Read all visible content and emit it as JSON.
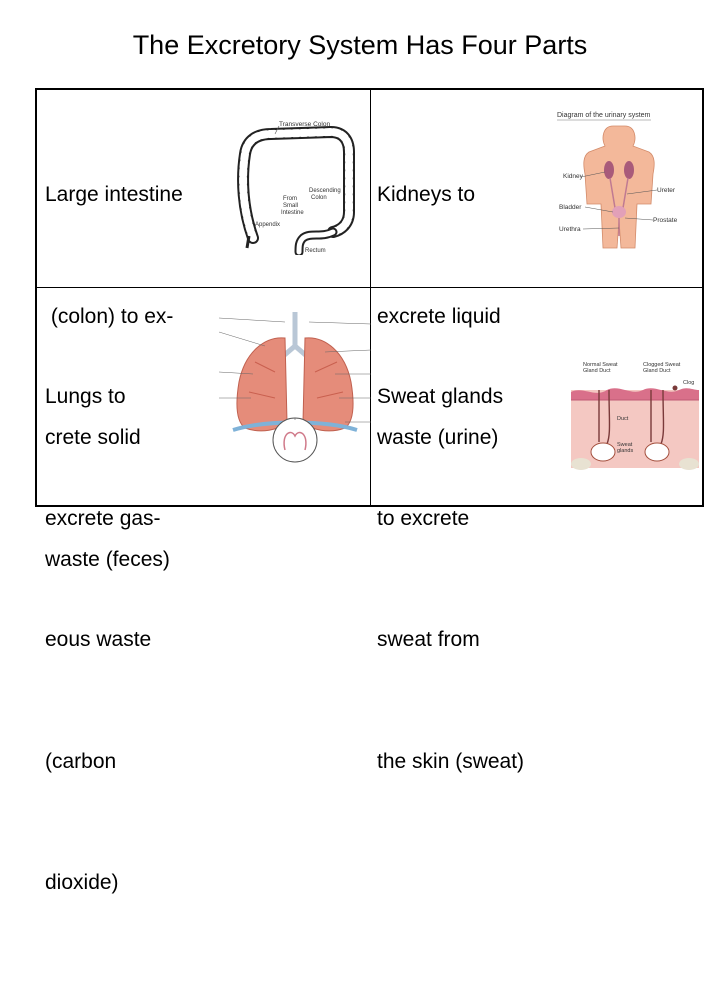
{
  "title": "The Excretory System Has Four Parts",
  "cells": [
    {
      "lines": [
        "Large intestine",
        " (colon) to ex-",
        "crete solid",
        "waste (feces)"
      ],
      "figure": {
        "labels": [
          "Transverse Colon",
          "Descending",
          "Colon",
          "From",
          "Small",
          "Intestine",
          "Appendix",
          "Rectum"
        ]
      }
    },
    {
      "lines": [
        "Kidneys to",
        "excrete liquid",
        "waste (urine)"
      ],
      "figure": {
        "heading": "Diagram of the urinary system",
        "labels": [
          "Kidney",
          "Ureter",
          "Bladder",
          "Prostate",
          "Urethra"
        ]
      }
    },
    {
      "lines": [
        "Lungs to",
        "excrete gas-",
        "eous waste",
        "(carbon",
        "dioxide)"
      ],
      "figure": {}
    },
    {
      "lines": [
        "Sweat glands",
        "to excrete",
        "sweat from",
        "the skin (sweat)"
      ],
      "figure": {
        "labels": [
          "Normal Sweat",
          "Gland Duct",
          "Clogged Sweat",
          "Gland Duct",
          "Clog",
          "Duct",
          "Sweat",
          "glands"
        ]
      }
    }
  ],
  "colors": {
    "border": "#000000",
    "text": "#000000",
    "skin": "#f3b89a",
    "lung": "#e58c7a"
  }
}
